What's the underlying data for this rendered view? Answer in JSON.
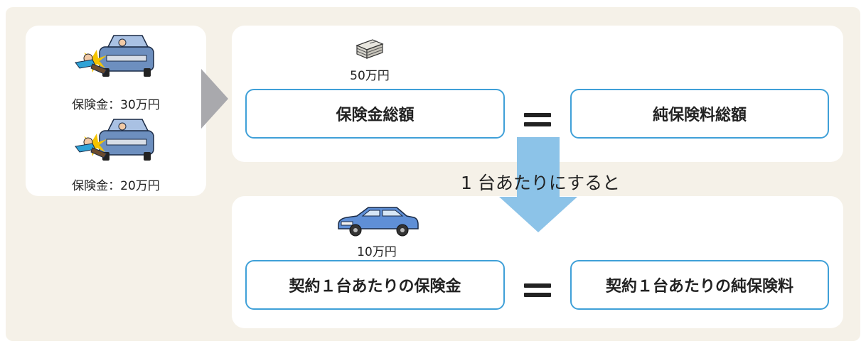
{
  "left_cases": [
    {
      "label": "保険金：30万円"
    },
    {
      "label": "保険金：20万円"
    }
  ],
  "top_row": {
    "money_amount": "50万円",
    "left_box": "保険金総額",
    "right_box": "純保険料総額"
  },
  "transition_text": "1 台あたりにすると",
  "bottom_row": {
    "car_amount": "10万円",
    "left_box": "契約１台あたりの保険金",
    "right_box": "契約１台あたりの純保険料"
  },
  "colors": {
    "background": "#f5f1e8",
    "box_border": "#3fa0d8",
    "arrow": "#8cc3e8",
    "chevron": "#a9a9ad",
    "car": "#5f8fd6"
  }
}
